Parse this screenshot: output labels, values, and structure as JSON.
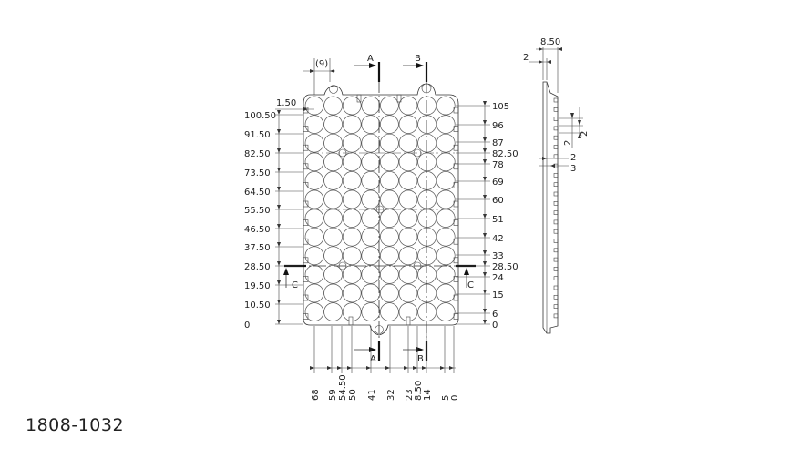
{
  "part_number": "1808-1032",
  "front_view": {
    "left_dims": [
      "1.50",
      "100.50",
      "91.50",
      "82.50",
      "73.50",
      "64.50",
      "55.50",
      "46.50",
      "37.50",
      "28.50",
      "19.50",
      "10.50",
      "0"
    ],
    "right_dims": [
      "105",
      "96",
      "87",
      "82.50",
      "78",
      "69",
      "60",
      "51",
      "42",
      "33",
      "28.50",
      "24",
      "15",
      "6",
      "0"
    ],
    "bottom_dims": [
      "68",
      "59",
      "54.50",
      "50",
      "41",
      "32",
      "23",
      "8.50",
      "14",
      "5",
      "0"
    ],
    "top_dim": "(9)",
    "section_labels": {
      "a": "A",
      "b": "B",
      "c": "C"
    }
  },
  "side_view": {
    "dims": [
      "8.50",
      "2",
      "2",
      "2",
      "3"
    ]
  }
}
